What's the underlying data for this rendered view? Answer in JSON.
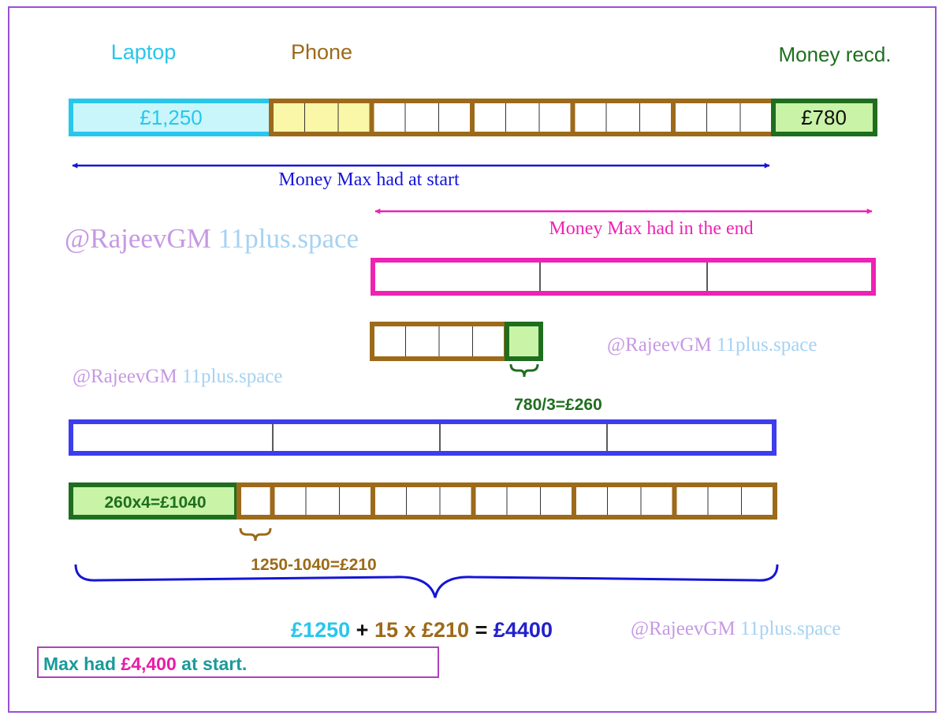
{
  "labels": {
    "laptop": "Laptop",
    "phone": "Phone",
    "money_recd": "Money recd."
  },
  "top_bar": {
    "laptop_value": "£1,250",
    "received_value": "£780"
  },
  "arrows": {
    "start_label": "Money Max had at start",
    "end_label": "Money Max had in the end"
  },
  "watermark": {
    "handle": "@RajeevGM",
    "site": "11plus.space"
  },
  "working": {
    "share_calc": "780/3=£260",
    "laptop_part": "260x4=£1040",
    "unit_calc": "1250-1040=£210"
  },
  "equation": {
    "term1": "£1250",
    "plus": "+",
    "term2": "15 x £210",
    "equals": "=",
    "result": "£4400"
  },
  "answer": {
    "prefix": "Max had ",
    "amount": "£4,400",
    "suffix": " at start."
  },
  "colors": {
    "laptop": "#29c6ec",
    "laptop_fill": "#c8f6fb",
    "phone": "#9c6a1a",
    "phone_fill": "#fbf7a8",
    "received": "#1f6e1f",
    "received_fill": "#c9f3a6",
    "start_arrow": "#1515d8",
    "end_arrow": "#ee22b4",
    "blue_bar": "#3d3dee",
    "watermark_handle": "#c699e3",
    "watermark_site": "#a6d2f2",
    "equation_result": "#2222cc"
  }
}
